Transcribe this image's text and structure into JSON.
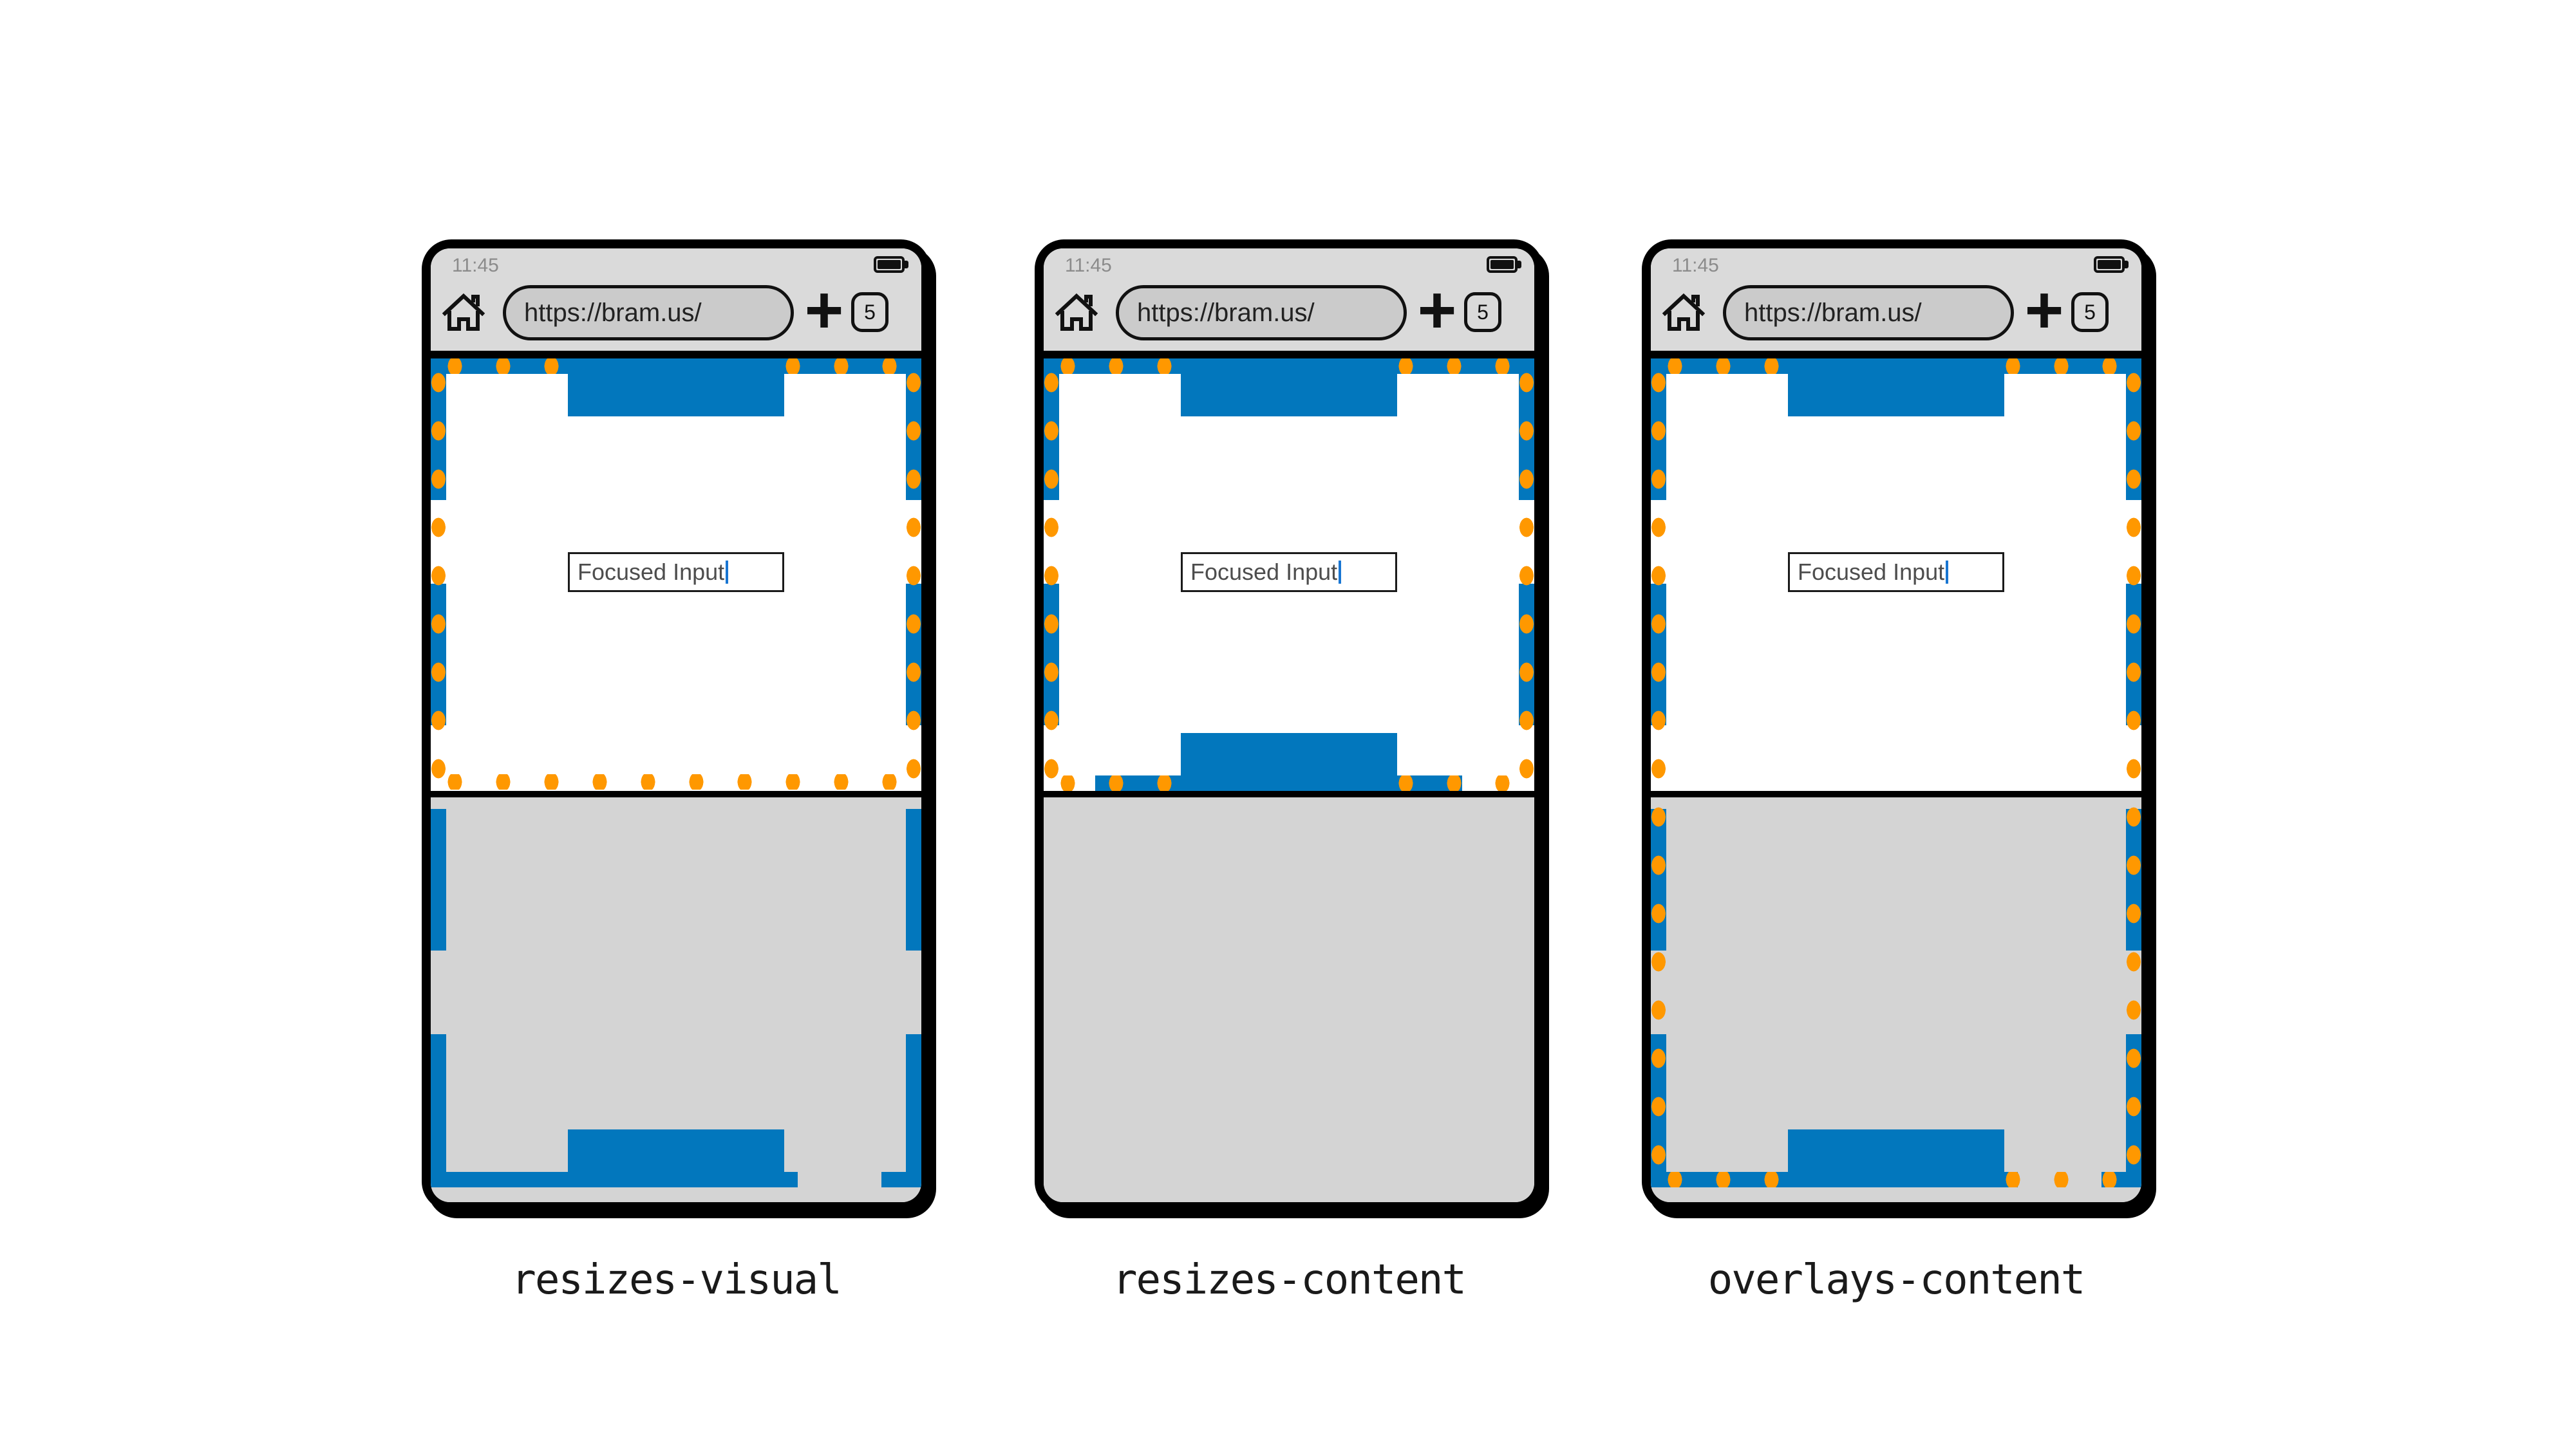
{
  "page": {
    "background": "#ffffff"
  },
  "colors": {
    "viewport_dash_blue": "#0277bd",
    "viewport_dot_orange": "#ff9800",
    "chrome_gray": "#dadada",
    "url_pill_gray": "#cbcbcb",
    "keyboard_gray": "#d4d4d4",
    "status_text_gray": "#8b8b8b",
    "input_caret_blue": "#1976d2"
  },
  "icons": {
    "home": "home-icon",
    "battery": "battery-full-icon",
    "caret": "text-caret"
  },
  "phones": [
    {
      "label": "resizes-visual",
      "status": {
        "time": "11:45"
      },
      "toolbar": {
        "url": "https://bram.us/",
        "new_tab_label": "+",
        "tab_count": "5"
      },
      "content": {
        "input_value": "Focused Input"
      }
    },
    {
      "label": "resizes-content",
      "status": {
        "time": "11:45"
      },
      "toolbar": {
        "url": "https://bram.us/",
        "new_tab_label": "+",
        "tab_count": "5"
      },
      "content": {
        "input_value": "Focused Input"
      }
    },
    {
      "label": "overlays-content",
      "status": {
        "time": "11:45"
      },
      "toolbar": {
        "url": "https://bram.us/",
        "new_tab_label": "+",
        "tab_count": "5"
      },
      "content": {
        "input_value": "Focused Input"
      }
    }
  ]
}
